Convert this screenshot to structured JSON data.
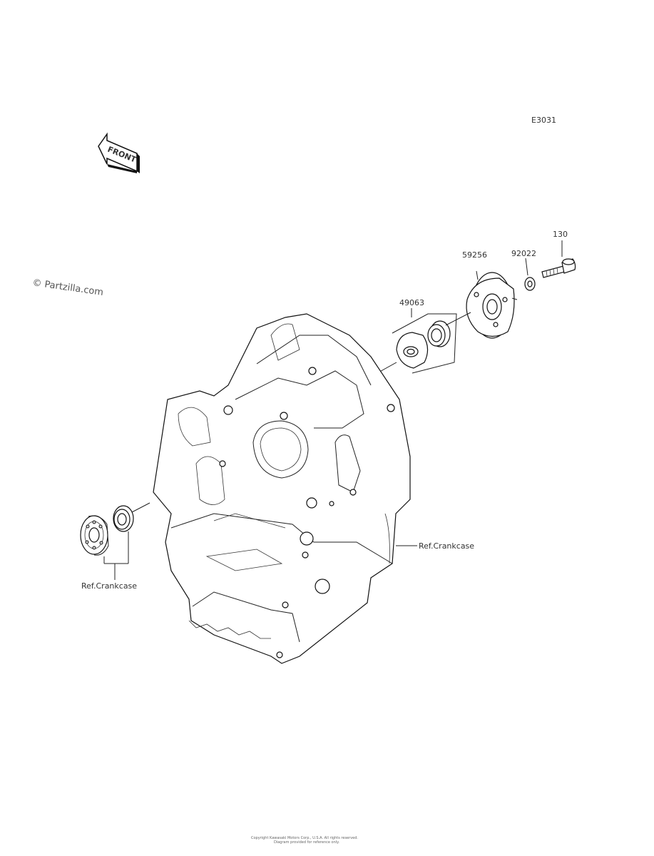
{
  "diagram_code": "E3031",
  "front_label": "FRONT",
  "watermark": "© Partzilla.com",
  "parts": {
    "bolt": "130",
    "washer": "92022",
    "cover": "59256",
    "seal_kit": "49063"
  },
  "references": {
    "crankcase_right": "Ref.Crankcase",
    "crankcase_left": "Ref.Crankcase"
  },
  "footer": {
    "line1": "Copyright Kawasaki Motors Corp., U.S.A. All rights reserved.",
    "line2": "Diagram provided for reference only."
  }
}
